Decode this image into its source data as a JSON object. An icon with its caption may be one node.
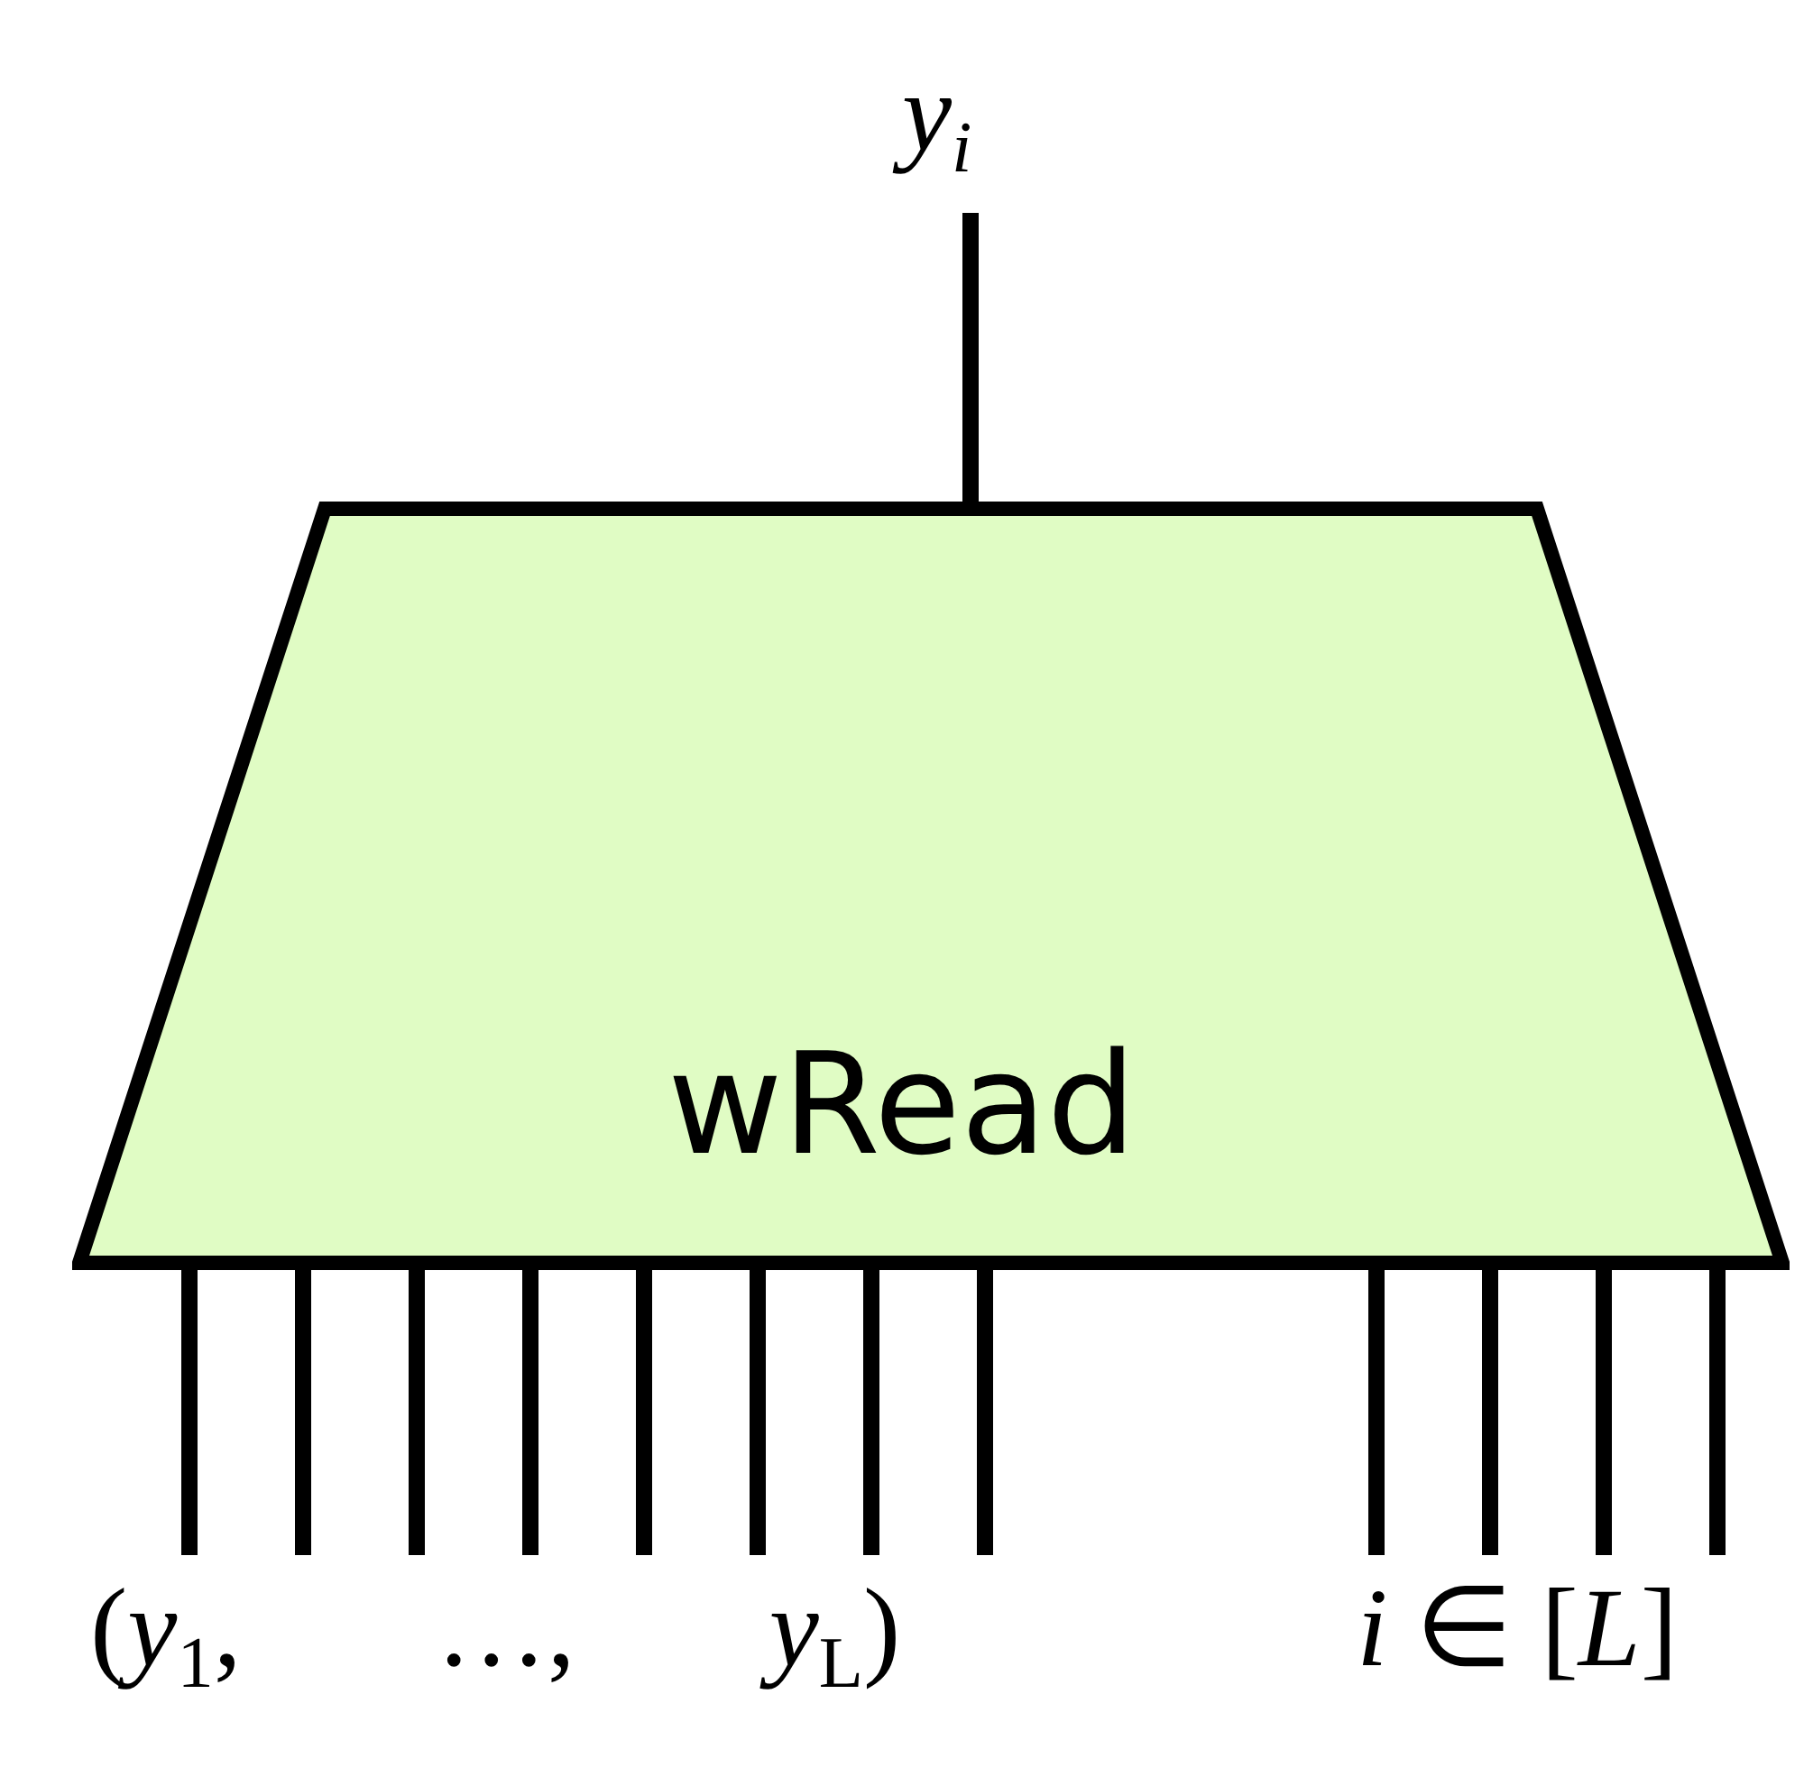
{
  "diagram": {
    "nodes": [
      {
        "text": [
          "y$_{i}$"
        ]
      },
      {
        "text": [
          "wRead"
        ]
      },
      {
        "text": [
          "(*y*$_{1}$, …, *y*$_{L}$)"
        ]
      },
      {
        "text": [
          "*i* ∈ [*L*]"
        ]
      }
    ],
    "edges": [
      {
        "from": 1,
        "to": 0,
        "arrow": "none"
      },
      {
        "from": 2,
        "to": 1,
        "arrow": "none"
      },
      {
        "from": 2,
        "to": 1,
        "arrow": "none"
      },
      {
        "from": 2,
        "to": 1,
        "arrow": "none"
      },
      {
        "from": 2,
        "to": 1,
        "arrow": "none"
      },
      {
        "from": 2,
        "to": 1,
        "arrow": "none"
      },
      {
        "from": 2,
        "to": 1,
        "arrow": "none"
      },
      {
        "from": 2,
        "to": 1,
        "arrow": "none"
      },
      {
        "from": 2,
        "to": 1,
        "arrow": "none"
      },
      {
        "from": 3,
        "to": 1,
        "arrow": "none"
      },
      {
        "from": 3,
        "to": 1,
        "arrow": "none"
      },
      {
        "from": 3,
        "to": 1,
        "arrow": "none"
      },
      {
        "from": 3,
        "to": 1,
        "arrow": "none"
      }
    ]
  }
}
